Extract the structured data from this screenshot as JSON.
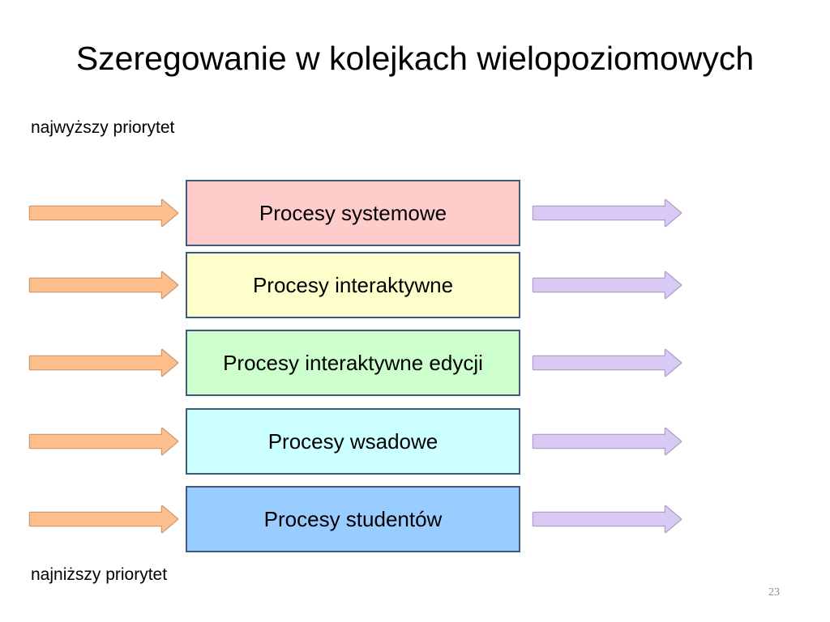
{
  "slide": {
    "title": "Szeregowanie w kolejkach wielopoziomowych",
    "highest_priority_label": "najwyższy priorytet",
    "lowest_priority_label": "najniższy priorytet",
    "page_number": "23"
  },
  "queues": [
    {
      "label": "Procesy systemowe",
      "color": "#ffcccc"
    },
    {
      "label": "Procesy interaktywne",
      "color": "#ffffcc"
    },
    {
      "label": "Procesy interaktywne edycji",
      "color": "#ccffcc"
    },
    {
      "label": "Procesy wsadowe",
      "color": "#ccffff"
    },
    {
      "label": "Procesy studentów",
      "color": "#99ccff"
    }
  ],
  "arrows": {
    "input_color": "#ffbf8c",
    "output_color": "#d9c9f5"
  }
}
